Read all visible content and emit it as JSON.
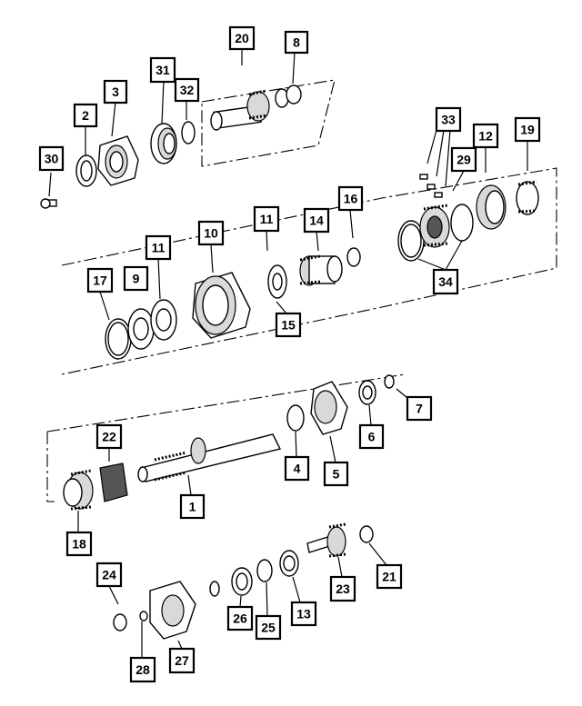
{
  "callouts": [
    {
      "id": "c1",
      "label": "1"
    },
    {
      "id": "c2",
      "label": "2"
    },
    {
      "id": "c3",
      "label": "3"
    },
    {
      "id": "c4",
      "label": "4"
    },
    {
      "id": "c5",
      "label": "5"
    },
    {
      "id": "c6",
      "label": "6"
    },
    {
      "id": "c7",
      "label": "7"
    },
    {
      "id": "c8",
      "label": "8"
    },
    {
      "id": "c9",
      "label": "9"
    },
    {
      "id": "c10",
      "label": "10"
    },
    {
      "id": "c11a",
      "label": "11"
    },
    {
      "id": "c11b",
      "label": "11"
    },
    {
      "id": "c12",
      "label": "12"
    },
    {
      "id": "c13",
      "label": "13"
    },
    {
      "id": "c14",
      "label": "14"
    },
    {
      "id": "c15",
      "label": "15"
    },
    {
      "id": "c16",
      "label": "16"
    },
    {
      "id": "c17",
      "label": "17"
    },
    {
      "id": "c18",
      "label": "18"
    },
    {
      "id": "c19",
      "label": "19"
    },
    {
      "id": "c20",
      "label": "20"
    },
    {
      "id": "c21",
      "label": "21"
    },
    {
      "id": "c22",
      "label": "22"
    },
    {
      "id": "c23",
      "label": "23"
    },
    {
      "id": "c24",
      "label": "24"
    },
    {
      "id": "c25",
      "label": "25"
    },
    {
      "id": "c26",
      "label": "26"
    },
    {
      "id": "c27",
      "label": "27"
    },
    {
      "id": "c28",
      "label": "28"
    },
    {
      "id": "c29",
      "label": "29"
    },
    {
      "id": "c30",
      "label": "30"
    },
    {
      "id": "c31",
      "label": "31"
    },
    {
      "id": "c32",
      "label": "32"
    },
    {
      "id": "c33",
      "label": "33"
    },
    {
      "id": "c34",
      "label": "34"
    }
  ]
}
